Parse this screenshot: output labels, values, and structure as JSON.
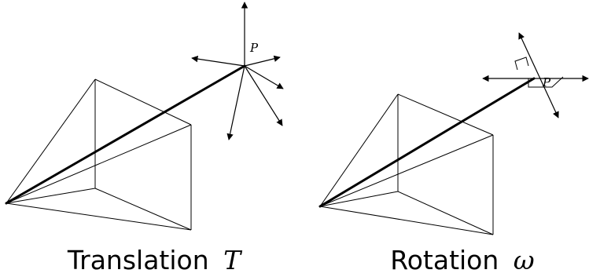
{
  "left_panel": {
    "point_label": "P",
    "caption_word": "Translation",
    "caption_symbol": "T"
  },
  "right_panel": {
    "point_label": "P",
    "caption_word": "Rotation",
    "caption_symbol": "ω"
  },
  "colors": {
    "ink": "#000000",
    "background": "#ffffff"
  }
}
